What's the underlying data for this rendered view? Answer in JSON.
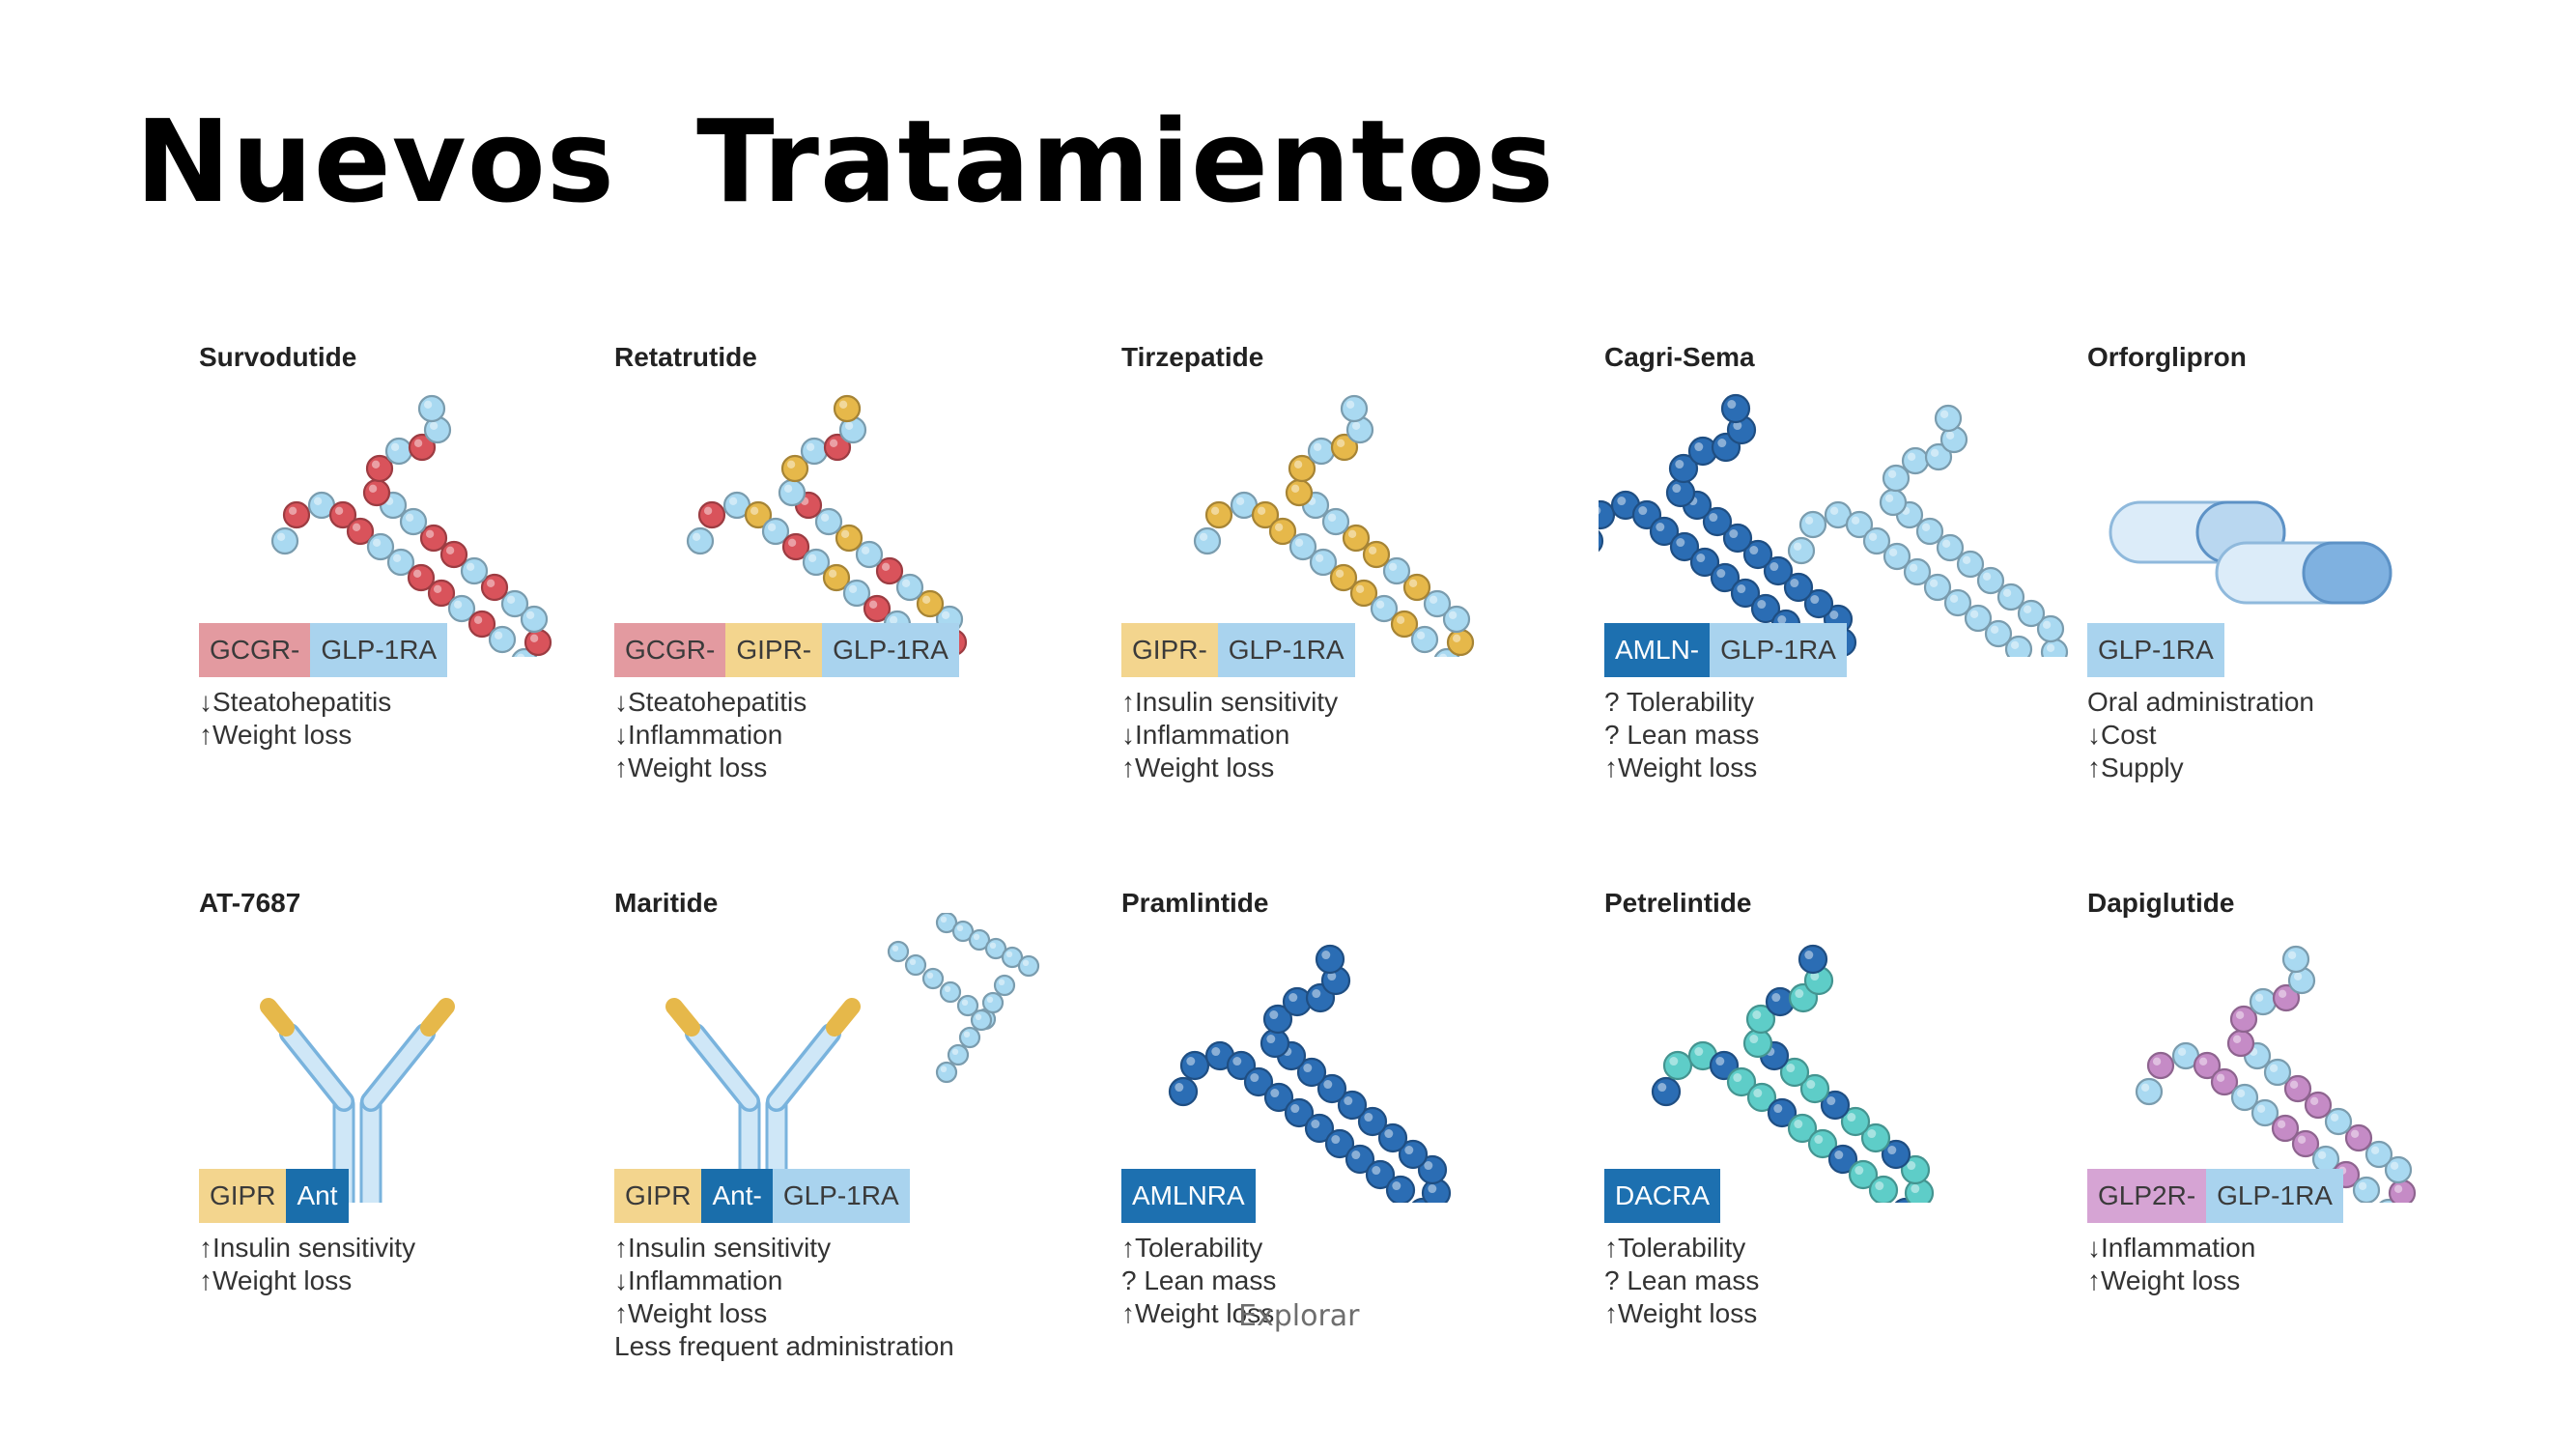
{
  "slide": {
    "title": "Nuevos  Tratamientos",
    "overlay_label": "Explorar"
  },
  "colors": {
    "gcgr": "#e39aa0",
    "gipr": "#f3d58e",
    "glp1": "#a9d3ee",
    "amln": "#1d70b0",
    "gip_ant": "#1a6eab",
    "dacra": "#1d70b0",
    "glp2r": "#d6a4d4",
    "bead_red": "#d9535b",
    "bead_gold": "#e6b84a",
    "bead_light": "#a9d9f1",
    "bead_dark": "#2b6db4",
    "bead_teal": "#5ecdc8",
    "bead_purple": "#c58bc6"
  },
  "drugs": [
    {
      "name": "Survodutide",
      "art": "peptide-gcgr-glp1-icon",
      "tags": [
        {
          "text": "GCGR-",
          "color": "#e39aa0",
          "dark": false
        },
        {
          "text": "GLP-1RA",
          "color": "#a9d3ee",
          "dark": false
        }
      ],
      "effects": [
        "↓Steatohepatitis",
        "↑Weight loss"
      ]
    },
    {
      "name": "Retatrutide",
      "art": "peptide-triple-agonist-icon",
      "tags": [
        {
          "text": "GCGR-",
          "color": "#e39aa0",
          "dark": false
        },
        {
          "text": "GIPR-",
          "color": "#f3d58e",
          "dark": false
        },
        {
          "text": "GLP-1RA",
          "color": "#a9d3ee",
          "dark": false
        }
      ],
      "effects": [
        "↓Steatohepatitis",
        "↓Inflammation",
        "↑Weight loss"
      ]
    },
    {
      "name": "Tirzepatide",
      "art": "peptide-gipr-glp1-icon",
      "tags": [
        {
          "text": "GIPR-",
          "color": "#f3d58e",
          "dark": false
        },
        {
          "text": "GLP-1RA",
          "color": "#a9d3ee",
          "dark": false
        }
      ],
      "effects": [
        "↑Insulin sensitivity",
        "↓Inflammation",
        "↑Weight loss"
      ]
    },
    {
      "name": "Cagri-Sema",
      "art": "peptide-amylin-glp1-combo-icon",
      "tags": [
        {
          "text": "AMLN-",
          "color": "#1d70b0",
          "dark": true
        },
        {
          "text": "GLP-1RA",
          "color": "#a9d3ee",
          "dark": false
        }
      ],
      "effects": [
        "? Tolerability",
        "? Lean mass",
        "↑Weight loss"
      ]
    },
    {
      "name": "Orforglipron",
      "art": "oral-capsule-icon",
      "tags": [
        {
          "text": "GLP-1RA",
          "color": "#a9d3ee",
          "dark": false
        }
      ],
      "effects": [
        "Oral administration",
        "↓Cost",
        "↑Supply"
      ]
    },
    {
      "name": "AT-7687",
      "art": "antibody-icon",
      "tags": [
        {
          "text": "GIPR",
          "color": "#f3d58e",
          "dark": false
        },
        {
          "text": "Ant",
          "color": "#1a6eab",
          "dark": true
        }
      ],
      "effects": [
        "↑Insulin sensitivity",
        "↑Weight loss"
      ]
    },
    {
      "name": "Maritide",
      "art": "antibody-peptide-conjugate-icon",
      "tags": [
        {
          "text": "GIPR",
          "color": "#f3d58e",
          "dark": false
        },
        {
          "text": "Ant-",
          "color": "#1a6eab",
          "dark": true
        },
        {
          "text": "GLP-1RA",
          "color": "#a9d3ee",
          "dark": false
        }
      ],
      "effects": [
        "↑Insulin sensitivity",
        "↓Inflammation",
        "↑Weight loss",
        "Less frequent administration"
      ]
    },
    {
      "name": "Pramlintide",
      "art": "peptide-amylin-icon",
      "tags": [
        {
          "text": "AMLNRA",
          "color": "#1d70b0",
          "dark": true
        }
      ],
      "effects": [
        "↑Tolerability",
        "? Lean mass",
        "↑Weight loss"
      ]
    },
    {
      "name": "Petrelintide",
      "art": "peptide-dacra-icon",
      "tags": [
        {
          "text": "DACRA",
          "color": "#1d70b0",
          "dark": true
        }
      ],
      "effects": [
        "↑Tolerability",
        "? Lean mass",
        "↑Weight loss"
      ]
    },
    {
      "name": "Dapiglutide",
      "art": "peptide-glp2r-glp1-icon",
      "tags": [
        {
          "text": "GLP2R-",
          "color": "#d6a4d4",
          "dark": false
        },
        {
          "text": "GLP-1RA",
          "color": "#a9d3ee",
          "dark": false
        }
      ],
      "effects": [
        "↓Inflammation",
        "↑Weight loss"
      ]
    }
  ]
}
